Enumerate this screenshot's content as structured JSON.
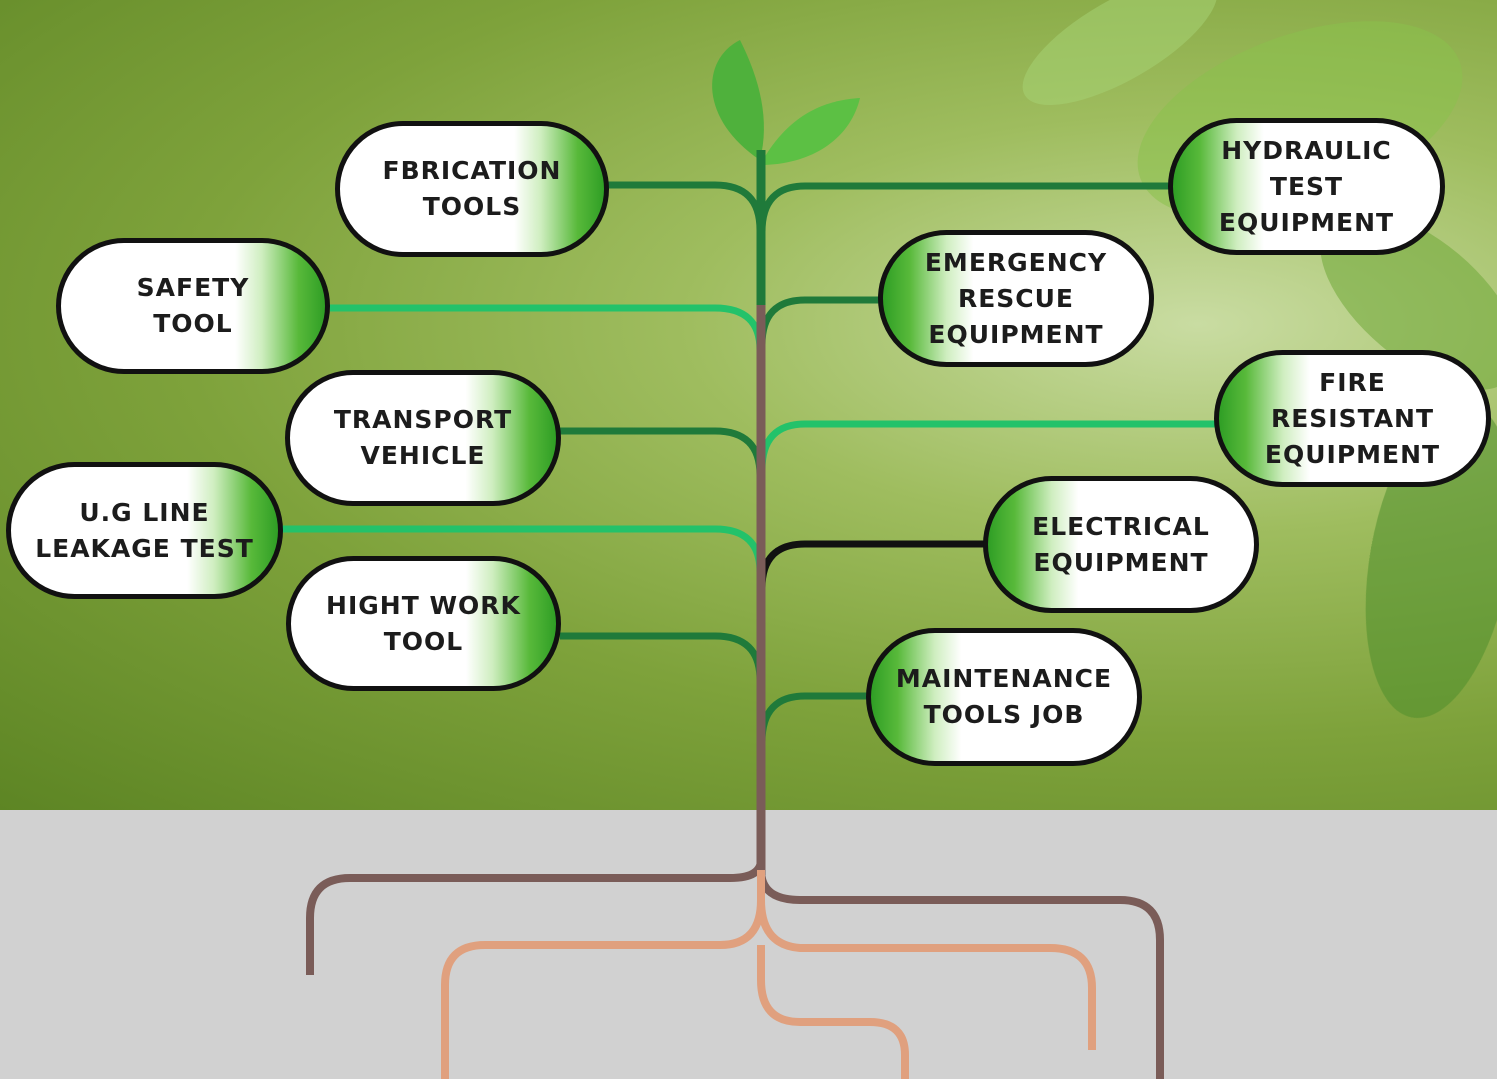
{
  "colors": {
    "trunk_brown": "#7a5c58",
    "stem_dark_green": "#1f7a3a",
    "branch_bright_green": "#23c26a",
    "root_light": "#e0a07e",
    "ground": "#d1d1d1"
  },
  "nodes": {
    "fabrication": "FBRICATION\nTOOLS",
    "safety": "SAFETY\nTOOL",
    "transport": "TRANSPORT\nVEHICLE",
    "ug_line": "U.G LINE\nLEAKAGE TEST",
    "hight_work": "HIGHT WORK\nTOOL",
    "hydraulic": "HYDRAULIC\nTEST\nEQUIPMENT",
    "emergency": "EMERGENCY\nRESCUE\nEQUIPMENT",
    "fire": "FIRE\nRESISTANT\nEQUIPMENT",
    "electrical": "ELECTRICAL\nEQUIPMENT",
    "maintenance": "MAINTENANCE\nTOOLS JOB"
  }
}
